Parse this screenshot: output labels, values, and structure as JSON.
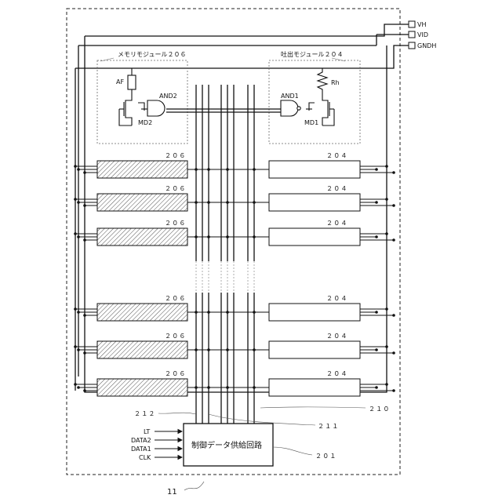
{
  "figure_number": "11",
  "terminals": {
    "vh": "VH",
    "vid": "VID",
    "gndh": "GNDH"
  },
  "memory_module": {
    "title": "メモリモジュール２０６",
    "fuse_label": "AF",
    "gate_label": "AND2",
    "transistor_label": "MD2"
  },
  "ejection_module": {
    "title": "吐出モジュール２０４",
    "gate_label": "AND1",
    "heater_label": "Rh",
    "transistor_label": "MD1"
  },
  "blocks": {
    "memory_ref": "２０６",
    "ejection_ref": "２０４",
    "rows": [
      {
        "memory": "２０６",
        "ejection": "２０４"
      },
      {
        "memory": "２０６",
        "ejection": "２０４"
      },
      {
        "memory": "２０６",
        "ejection": "２０４"
      },
      {
        "memory": "２０６",
        "ejection": "２０４"
      },
      {
        "memory": "２０６",
        "ejection": "２０４"
      },
      {
        "memory": "２０６",
        "ejection": "２０４"
      }
    ]
  },
  "controller": {
    "label": "制御データ供給回路",
    "ref": "２０１",
    "inputs": [
      "LT",
      "DATA2",
      "DATA1",
      "CLK"
    ]
  },
  "bus_refs": {
    "r212": "２１２",
    "r211": "２１１",
    "r210": "２１０"
  }
}
